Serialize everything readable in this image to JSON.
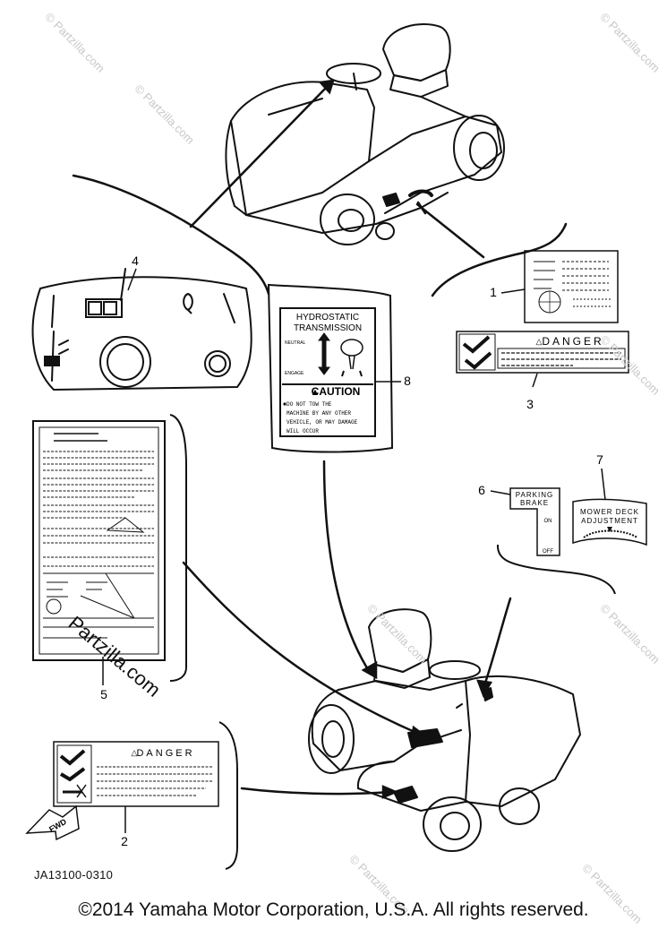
{
  "diagram": {
    "id_code": "JA13100-0310",
    "copyright": "©2014  Yamaha Motor Corporation, U.S.A. All rights reserved.",
    "watermark": "© Partzilla.com",
    "watermark_large": "Partzilla.com",
    "callouts": [
      "1",
      "2",
      "3",
      "4",
      "5",
      "6",
      "7",
      "8"
    ]
  },
  "label_8": {
    "title_line1": "HYDROSTATIC",
    "title_line2": "TRANSMISSION",
    "neutral": "NEUTRAL",
    "engage": "ENGAGE",
    "caution": "CAUTION",
    "line1": "DO NOT TOW THE",
    "line2": "MACHINE BY ANY OTHER",
    "line3": "VEHICLE, OR MAY DAMAGE",
    "line4": "WILL OCCUR"
  },
  "label_3": {
    "danger": "DANGER"
  },
  "label_2": {
    "danger": "DANGER",
    "fwd": "FWD"
  },
  "label_6": {
    "line1": "PARKING",
    "line2": "BRAKE",
    "on": "ON",
    "off": "OFF"
  },
  "label_7": {
    "line1": "MOWER DECK",
    "line2": "ADJUSTMENT"
  }
}
